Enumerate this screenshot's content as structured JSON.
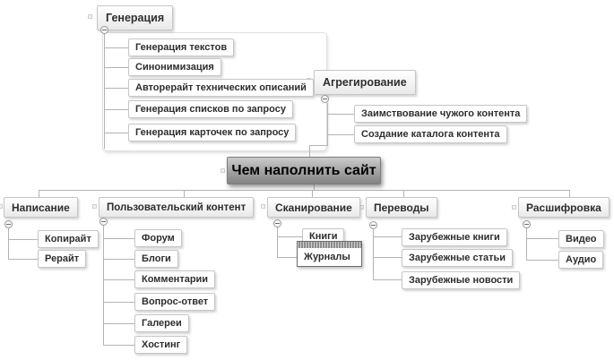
{
  "central": {
    "label": "Чем наполнить сайт"
  },
  "top_branches": [
    {
      "label": "Генерация",
      "children": [
        "Генерация текстов",
        "Синонимизация",
        "Авторерайт технических описаний",
        "Генерация списков по запросу",
        "Генерация карточек по запросу"
      ]
    },
    {
      "label": "Агрегирование",
      "children": [
        "Заимствование чужого контента",
        "Создание каталога контента"
      ]
    }
  ],
  "bottom_branches": [
    {
      "label": "Написание",
      "children": [
        "Копирайт",
        "Рерайт"
      ]
    },
    {
      "label": "Пользовательский контент",
      "children": [
        "Форум",
        "Блоги",
        "Комментарии",
        "Вопрос-ответ",
        "Галереи",
        "Хостинг"
      ]
    },
    {
      "label": "Сканирование",
      "children": [
        "Книги",
        "Журналы"
      ],
      "selected_child": "Журналы"
    },
    {
      "label": "Переводы",
      "children": [
        "Зарубежные книги",
        "Зарубежные статьи",
        "Зарубежные новости"
      ]
    },
    {
      "label": "Расшифровка",
      "children": [
        "Видео",
        "Аудио"
      ]
    }
  ],
  "colors": {
    "background": "#ffffff",
    "connector": "#b3b3b3",
    "node_border": "#c6c6c6",
    "central_gradient_top": "#cbcbcb",
    "central_gradient_bottom": "#838383",
    "selected_frame_border": "#6f6f6f"
  }
}
